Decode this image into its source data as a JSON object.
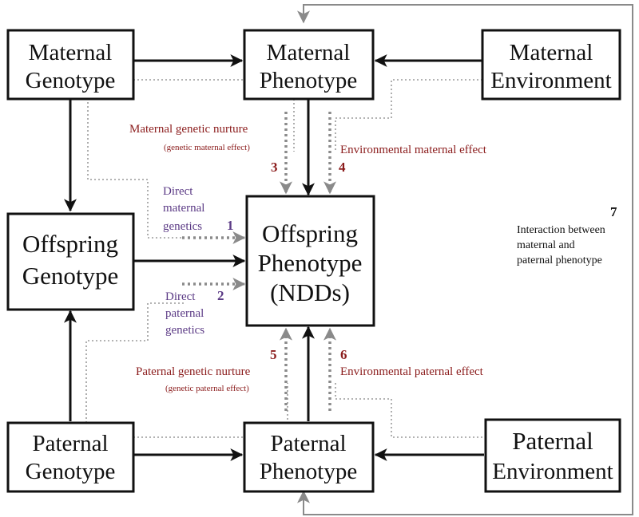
{
  "boxes": {
    "maternal_genotype": [
      "Maternal",
      "Genotype"
    ],
    "maternal_phenotype": [
      "Maternal",
      "Phenotype"
    ],
    "maternal_environment": [
      "Maternal",
      "Environment"
    ],
    "offspring_genotype": [
      "Offspring",
      "Genotype"
    ],
    "offspring_phenotype": [
      "Offspring",
      "Phenotype",
      "(NDDs)"
    ],
    "paternal_genotype": [
      "Paternal",
      "Genotype"
    ],
    "paternal_phenotype": [
      "Paternal",
      "Phenotype"
    ],
    "paternal_environment": [
      "Paternal",
      "Environment"
    ]
  },
  "labels": {
    "maternal_genetic_nurture": "Maternal genetic nurture",
    "maternal_genetic_nurture_sub": "(genetic maternal effect)",
    "num3": "3",
    "environmental_maternal": "Environmental maternal effect",
    "num4": "4",
    "direct_maternal": [
      "Direct",
      "maternal",
      "genetics"
    ],
    "num1": "1",
    "direct_paternal": [
      "Direct",
      "paternal",
      "genetics"
    ],
    "num2": "2",
    "paternal_genetic_nurture": "Paternal genetic nurture",
    "paternal_genetic_nurture_sub": "(genetic paternal effect)",
    "num5": "5",
    "environmental_paternal": "Environmental paternal effect",
    "num6": "6",
    "num7": "7",
    "interaction": [
      "Interaction between",
      "maternal and",
      "paternal phenotype"
    ]
  },
  "colors": {
    "red": "#8b1c1c",
    "purple": "#5b3a85",
    "gray": "#8a8a8a"
  }
}
